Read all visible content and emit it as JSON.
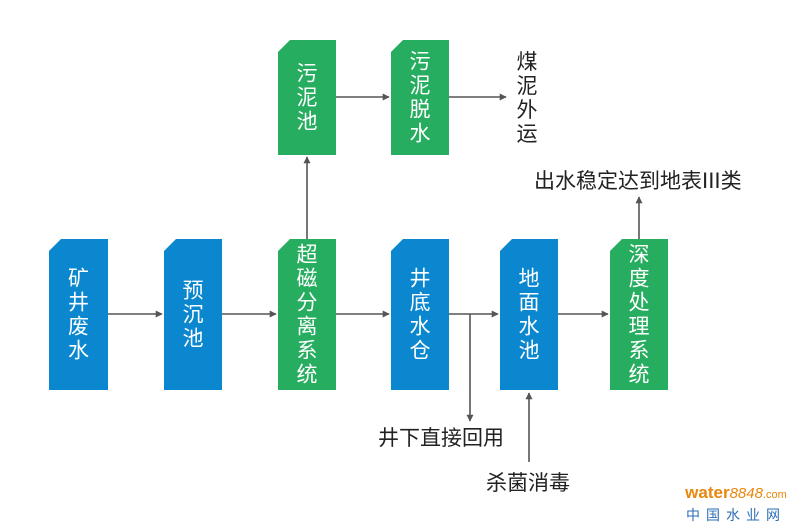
{
  "colors": {
    "blue": "#0a87cf",
    "green": "#27ad5f",
    "arrow": "#555555",
    "text": "#222222"
  },
  "nodes": {
    "mine_water": "矿井废水",
    "pre_sedimentation": "预沉池",
    "magnetic_separation": "超磁分离系统",
    "sludge_tank": "污泥池",
    "sludge_dewatering": "污泥脱水",
    "sump": "井底水仓",
    "surface_tank": "地面水池",
    "advanced_treatment": "深度处理系统"
  },
  "labels": {
    "coal_slime": "煤泥外运",
    "effluent": "出水稳定达到地表III类",
    "underground_reuse": "井下直接回用",
    "disinfection": "杀菌消毒"
  },
  "watermark": {
    "brand": "water",
    "number": "8848",
    "suffix": ".com",
    "cn": "中国水业网"
  }
}
